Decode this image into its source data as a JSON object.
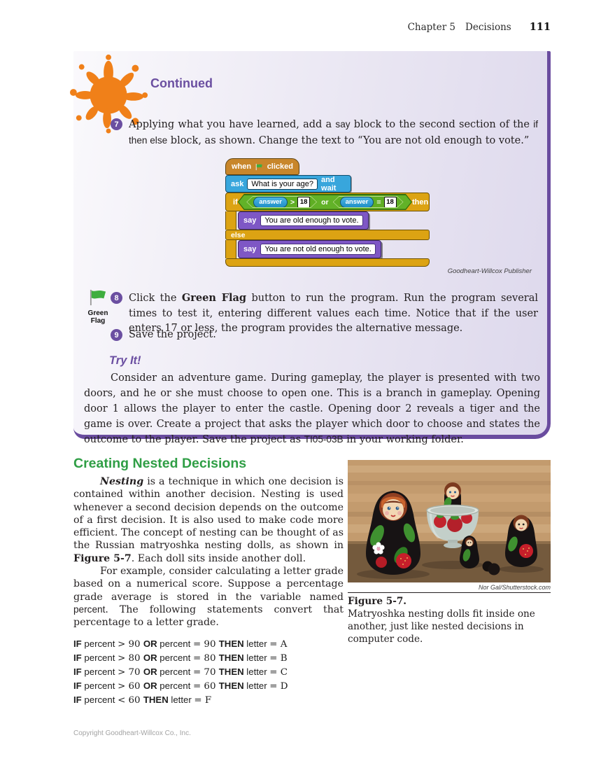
{
  "header": {
    "chapter_label": "Chapter 5",
    "section_label": "Decisions",
    "page_number": "111"
  },
  "box": {
    "title": "Continued",
    "step7": {
      "num": "7",
      "t1": "Applying what you have learned, add a ",
      "c1": "say",
      "t2": " block to the second section of the ",
      "c2": "if then else",
      "t3": " block, as shown. Change the text to “You are not old enough to vote.”"
    },
    "scratch": {
      "when": "when",
      "clicked": "clicked",
      "ask": "ask",
      "question": "What is your age?",
      "and_wait": "and wait",
      "if_kw": "if",
      "answer1": "answer",
      "gt": ">",
      "num1": "18",
      "or_kw": "or",
      "answer2": "answer",
      "eq": "=",
      "num2": "18",
      "then_kw": "then",
      "say1": "say",
      "msg1": "You are old enough to vote.",
      "else_kw": "else",
      "say2": "say",
      "msg2": "You are not old enough to vote."
    },
    "credit": "Goodheart-Willcox Publisher",
    "flag_label": "Green Flag",
    "step8": {
      "num": "8",
      "t1": "Click the ",
      "b1": "Green Flag",
      "t2": " button to run the program. Run the program several times to test it, entering different values each time. Notice that if the user enters 17 or less, the program provides the alternative message."
    },
    "step9": {
      "num": "9",
      "t1": "Save the project."
    },
    "tryit": {
      "title": "Try It!",
      "t1": "Consider an adventure game. During gameplay, the player is presented with two doors, and he or she must choose to open one. This is a branch in gameplay. Opening door 1 allows the player to enter the castle. Opening door 2 reveals a tiger and the game is over. Create a project that asks the player which door to choose and states the outcome to the player. Save the project as ",
      "f1": "TI05-03B",
      "t2": " in your working folder."
    }
  },
  "section": {
    "heading": "Creating Nested Decisions",
    "p1": {
      "b1": "Nesting",
      "t1": " is a technique in which one decision is contained within another decision. Nesting is used whenever a second decision depends on the outcome of a first decision. It is also used to make code more efficient. The concept of nesting can be thought of as the Russian matryoshka nesting dolls, as shown in ",
      "b2": "Figure 5-7",
      "t2": ". Each doll sits inside another doll."
    },
    "p2": {
      "t1": "For example, consider calculating a letter grade based on a numerical score. Suppose a percentage grade average is stored in the variable named ",
      "c1": "percent",
      "t2": ". The following statements convert that percentage to a letter grade."
    },
    "code_lines": [
      {
        "kw1": "IF",
        "v1": " percent ",
        "s1": "> 90 ",
        "kw2": "OR",
        "v2": " percent ",
        "s2": "= 90 ",
        "kw3": "THEN",
        "v3": " letter ",
        "s3": "= A"
      },
      {
        "kw1": "IF",
        "v1": " percent ",
        "s1": "> 80 ",
        "kw2": "OR",
        "v2": " percent ",
        "s2": "= 80 ",
        "kw3": "THEN",
        "v3": " letter ",
        "s3": "= B"
      },
      {
        "kw1": "IF",
        "v1": " percent ",
        "s1": "> 70 ",
        "kw2": "OR",
        "v2": " percent ",
        "s2": "= 70 ",
        "kw3": "THEN",
        "v3": " letter ",
        "s3": "= C"
      },
      {
        "kw1": "IF",
        "v1": " percent ",
        "s1": "> 60 ",
        "kw2": "OR",
        "v2": " percent ",
        "s2": "= 60 ",
        "kw3": "THEN",
        "v3": " letter ",
        "s3": "= D"
      },
      {
        "kw1": "IF",
        "v1": " percent ",
        "s1": "< 60 ",
        "kw2": "THEN",
        "v2": " letter ",
        "s2": "= F"
      }
    ]
  },
  "figure": {
    "credit": "Nor Gal/Shutterstock.com",
    "label": "Figure 5-7.",
    "caption": "Matryoshka nesting dolls fit inside one another, just like nested decisions in computer code."
  },
  "footer": {
    "text": "Copyright Goodheart-Willcox Co., Inc."
  }
}
